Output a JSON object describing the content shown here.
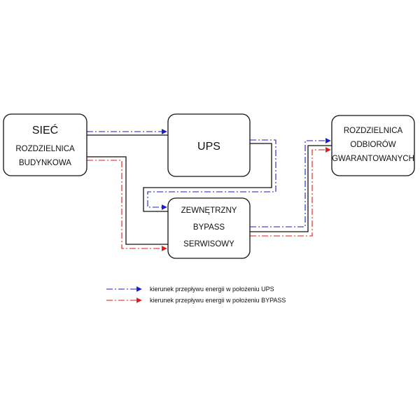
{
  "boxes": {
    "siec": {
      "lines": [
        "SIEĆ",
        "ROZDZIELNICA",
        "BUDYNKOWA"
      ]
    },
    "ups": {
      "lines": [
        "UPS"
      ]
    },
    "bypass": {
      "lines": [
        "ZEWNĘTRZNY",
        "BYPASS",
        "SERWISOWY"
      ]
    },
    "odbiory": {
      "lines": [
        "ROZDZIELNICA",
        "ODBIORÓW",
        "GWARANTOWANYCH"
      ]
    }
  },
  "legend": [
    {
      "label": "kierunek  przepływu  energii  w  położeniu  UPS",
      "color": "#1a1ad6"
    },
    {
      "label": "kierunek  przepływu  energii  w  położeniu  BYPASS",
      "color": "#e01a1a"
    }
  ],
  "colors": {
    "line": "#111111",
    "ups_flow": "#1a1ad6",
    "bypass_flow": "#e01a1a"
  }
}
